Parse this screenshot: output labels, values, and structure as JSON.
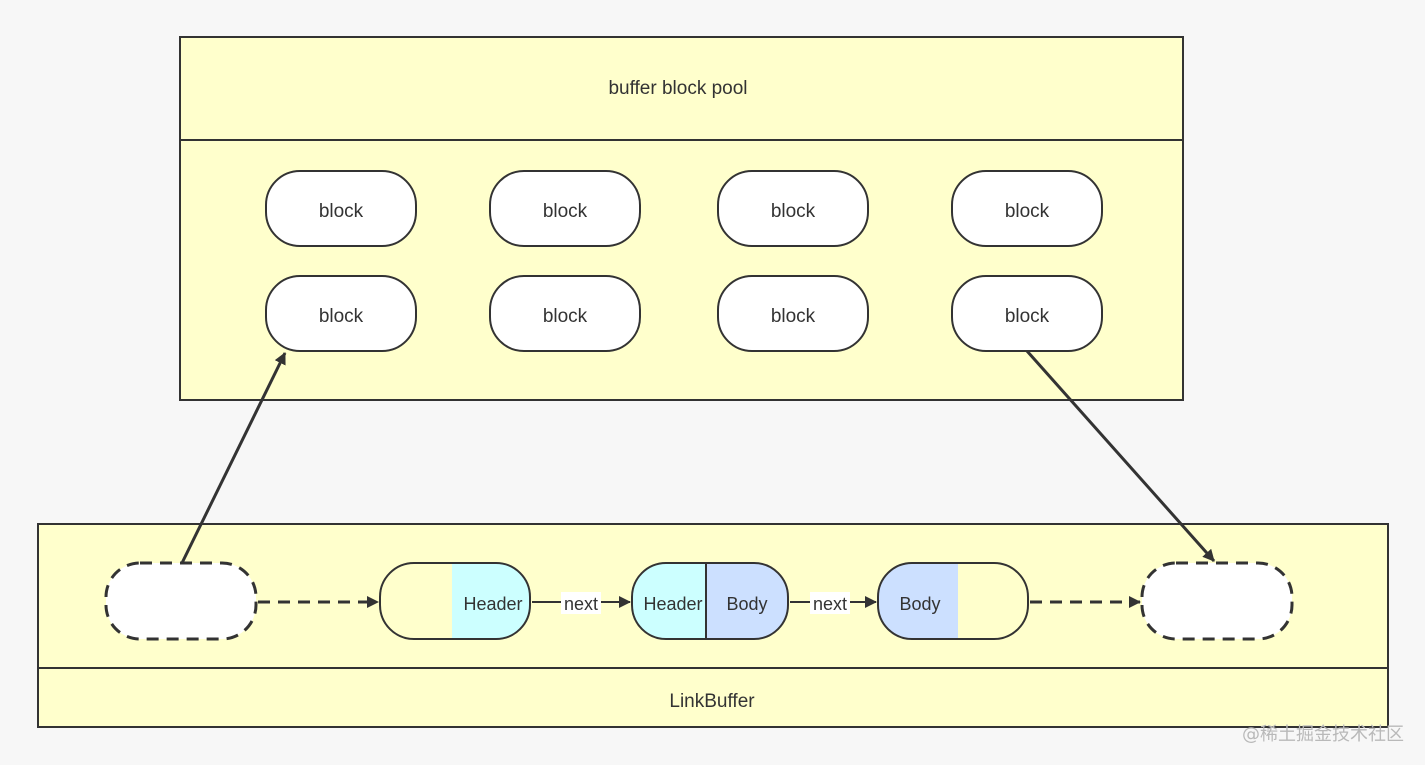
{
  "pool": {
    "title": "buffer block pool",
    "blocks": [
      "block",
      "block",
      "block",
      "block",
      "block",
      "block",
      "block",
      "block"
    ]
  },
  "link_buffer": {
    "title": "LinkBuffer",
    "nodes": {
      "node1_header": "Header",
      "next_1": "next",
      "node2_header": "Header",
      "node2_body": "Body",
      "next_2": "next",
      "node3_body": "Body"
    }
  },
  "watermark": "@稀土掘金技术社区",
  "colors": {
    "container_fill": "#ffffcc",
    "header_fill": "#ccffff",
    "body_fill": "#cce0ff",
    "stroke": "#333333",
    "background": "#f7f7f7"
  }
}
